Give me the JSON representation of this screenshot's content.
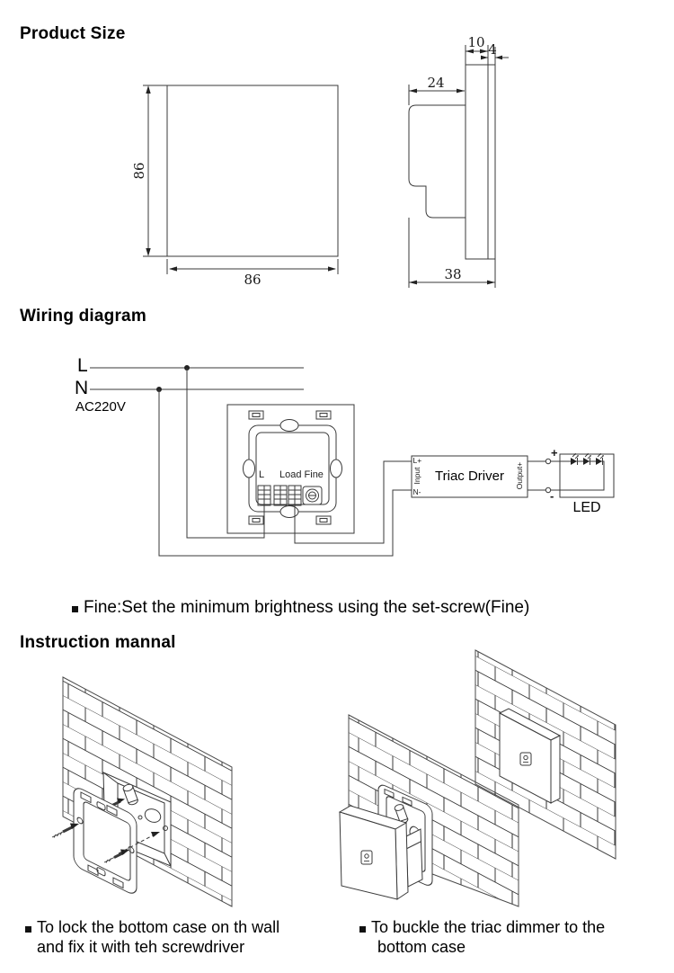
{
  "page": {
    "background": "#ffffff",
    "line_color": "#3a3a3a"
  },
  "product_size": {
    "heading": "Product Size",
    "front_view": {
      "width": "86",
      "height": "86"
    },
    "side_view": {
      "front_thickness": "10",
      "panel_thickness": "4",
      "body_depth": "24",
      "total_depth": "38"
    }
  },
  "wiring": {
    "heading": "Wiring diagram",
    "live_label": "L",
    "neutral_label": "N",
    "supply_label": "AC220V",
    "switch": {
      "terminal_live": "L",
      "terminal_load_fine": "Load Fine"
    },
    "driver": {
      "name": "Triac Driver",
      "input_live": "L+",
      "input_neutral": "N-",
      "input_label": "Input",
      "output_label": "Output+",
      "output_plus": "+",
      "output_minus": "-"
    },
    "led": {
      "name": "LED"
    }
  },
  "fine_note": {
    "text": "Fine:Set the minimum brightness using the set-screw(Fine)"
  },
  "instructions": {
    "heading": "Instruction mannal",
    "steps": [
      {
        "line1": "To lock the bottom case on th wall",
        "line2": "and fix it with teh screwdriver"
      },
      {
        "line1": "To buckle the triac dimmer to the",
        "line2": "bottom case"
      }
    ]
  }
}
